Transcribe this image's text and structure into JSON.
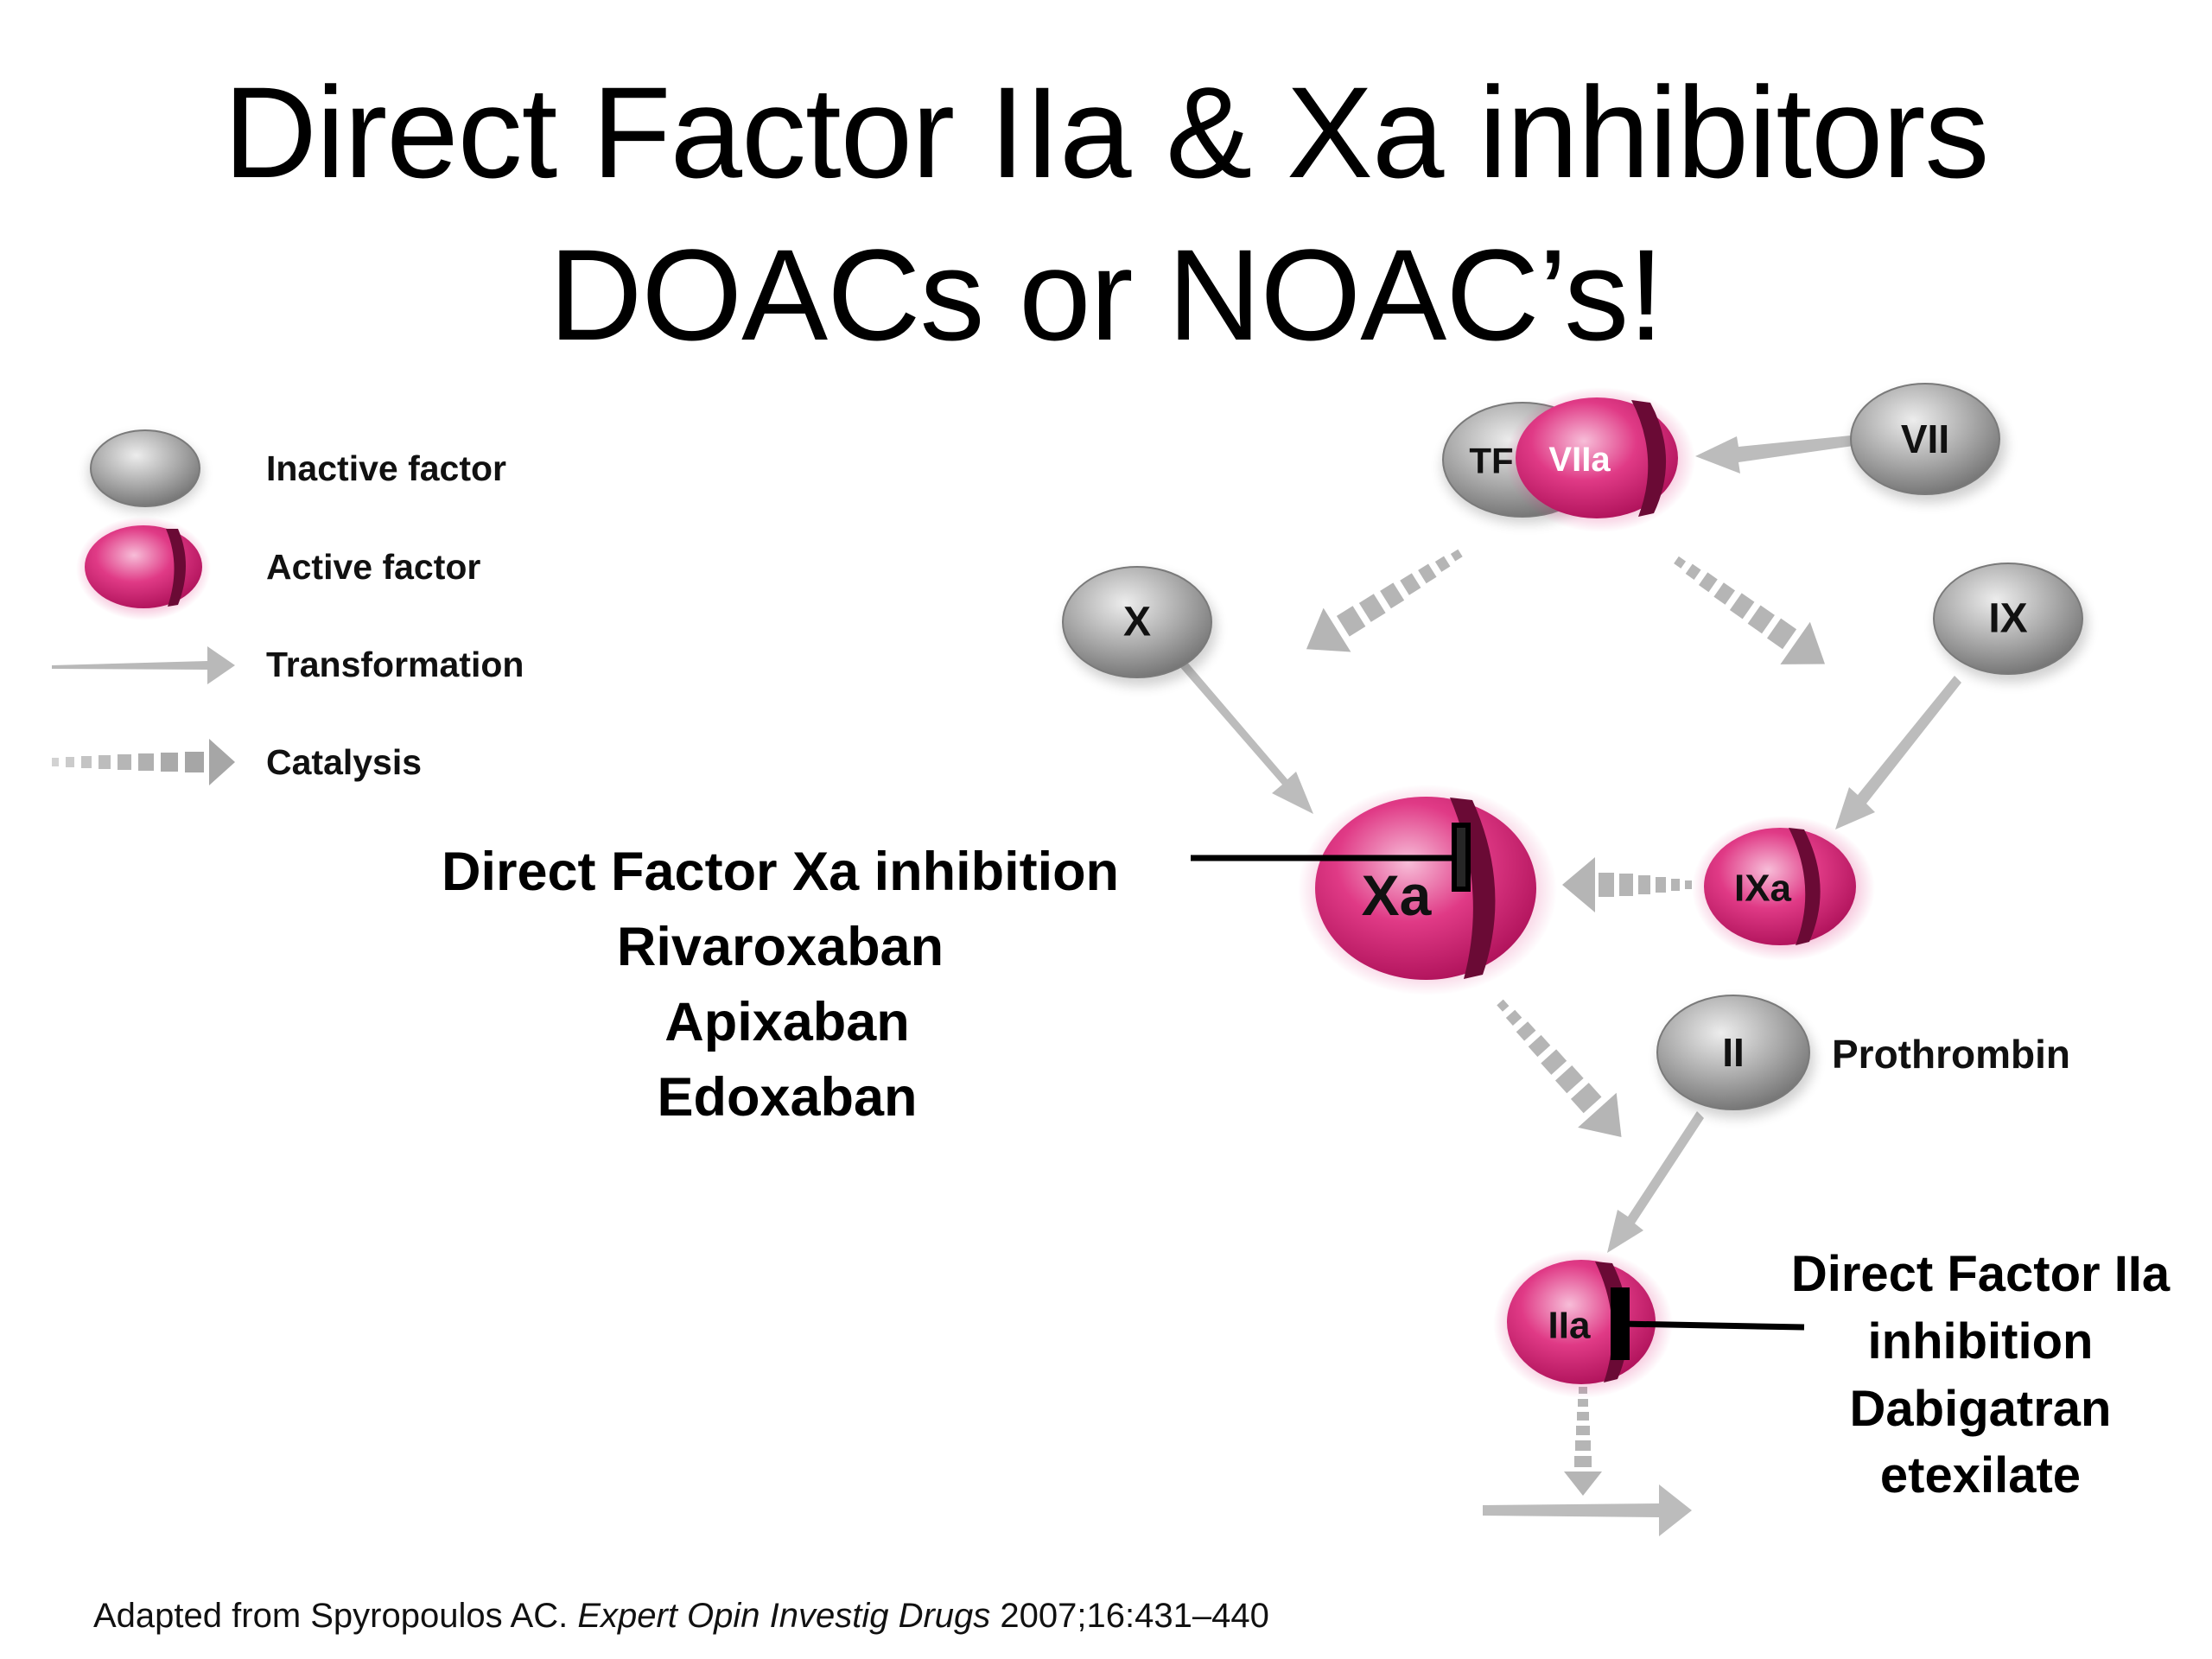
{
  "title": {
    "line1": "Direct Factor IIa & Xa inhibitors",
    "line2": "DOACs or NOAC’s!"
  },
  "legend": {
    "inactive": "Inactive factor",
    "active": "Active factor",
    "transformation": "Transformation",
    "catalysis": "Catalysis"
  },
  "nodes": {
    "tf": "TF",
    "viia": "VIIa",
    "vii": "VII",
    "x": "X",
    "ix": "IX",
    "xa": "Xa",
    "ixa": "IXa",
    "ii": "II",
    "iia": "IIa"
  },
  "labels": {
    "prothrombin": "Prothrombin"
  },
  "xa_inhibition": {
    "heading": "Direct Factor Xa inhibition",
    "drugs": [
      "Rivaroxaban",
      "Apixaban",
      "Edoxaban"
    ]
  },
  "iia_inhibition": {
    "lines": [
      "Direct Factor IIa",
      "inhibition",
      "Dabigatran",
      "etexilate"
    ]
  },
  "footer": {
    "prefix": "Adapted from Spyropoulos AC. ",
    "journal": "Expert Opin Investig Drugs",
    "citation": " 2007;16:431–440"
  },
  "colors": {
    "active": "#d6166e",
    "inactive": "#9a9a9a",
    "arrow": "#b9b9b9"
  }
}
